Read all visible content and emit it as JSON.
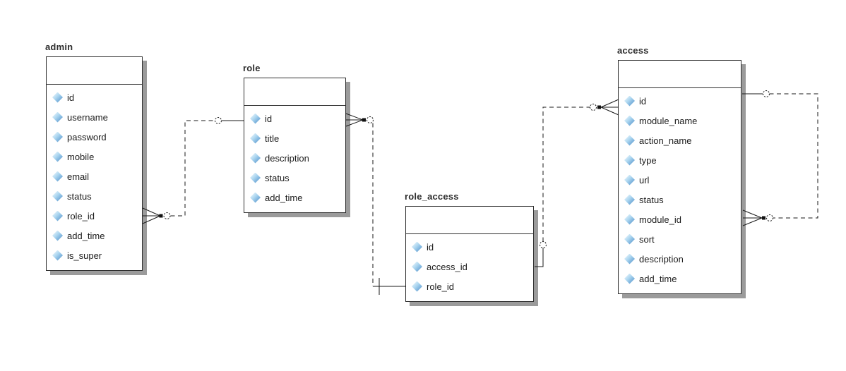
{
  "diagram_type": "entity-relationship-diagram",
  "entities": [
    {
      "name": "admin",
      "fields": [
        "id",
        "username",
        "password",
        "mobile",
        "email",
        "status",
        "role_id",
        "add_time",
        "is_super"
      ]
    },
    {
      "name": "role",
      "fields": [
        "id",
        "title",
        "description",
        "status",
        "add_time"
      ]
    },
    {
      "name": "role_access",
      "fields": [
        "id",
        "access_id",
        "role_id"
      ]
    },
    {
      "name": "access",
      "fields": [
        "id",
        "module_name",
        "action_name",
        "type",
        "url",
        "status",
        "module_id",
        "sort",
        "description",
        "add_time"
      ]
    }
  ],
  "relationships": [
    {
      "from": "admin.role_id",
      "to": "role.id",
      "from_cardinality": "zero-or-many (crow's foot + circle)",
      "to_cardinality": "zero-or-one (circle)",
      "line_style": "dashed"
    },
    {
      "from": "role.id",
      "to": "role_access.role_id",
      "from_cardinality": "zero-or-many (crow's foot + circle)",
      "to_cardinality": "one (tick)",
      "line_style": "dashed"
    },
    {
      "from": "access.id",
      "to": "role_access.access_id",
      "from_cardinality": "zero-or-many (crow's foot + circle)",
      "to_cardinality": "zero-or-one (circle)",
      "line_style": "dashed"
    },
    {
      "from": "access.module_id",
      "to": "access.id",
      "from_cardinality": "zero-or-many (crow's foot + circle)",
      "to_cardinality": "zero-or-one (circle)",
      "line_style": "dashed",
      "note": "self-referencing"
    }
  ],
  "icons": {
    "column_icon": "blue-diamond"
  },
  "colors": {
    "background": "#ffffff",
    "table_border": "#2f2f2f",
    "table_shadow": "#9b9b9b",
    "connector": "#1a1a1a",
    "column_icon_blue": "#5796cd",
    "text": "#1c1c1c"
  }
}
